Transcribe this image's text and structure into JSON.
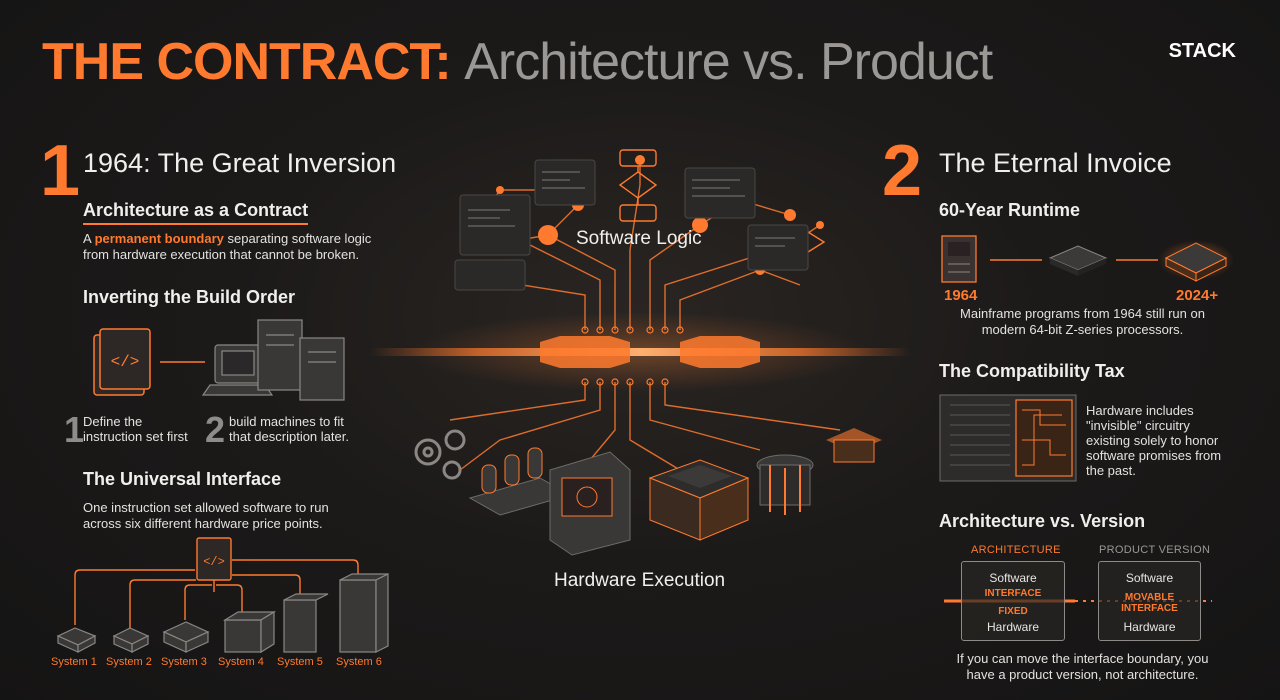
{
  "header": {
    "title_bold": "THE CONTRACT:",
    "title_rest": "Architecture vs. Product",
    "brand": "STACK"
  },
  "section1": {
    "number": "1",
    "title": "1964: The Great Inversion",
    "contract": {
      "heading": "Architecture as a Contract",
      "text_pre": "A ",
      "text_highlight": "permanent boundary",
      "text_post": " separating software logic from hardware execution that cannot be broken."
    },
    "build_order": {
      "heading": "Inverting the Build Order",
      "steps": [
        {
          "num": "1",
          "text": "Define the instruction set first"
        },
        {
          "num": "2",
          "text": "build machines to fit that description later."
        }
      ]
    },
    "universal": {
      "heading": "The Universal Interface",
      "text": "One instruction set allowed software to run across six different hardware price points.",
      "systems": [
        "System 1",
        "System 2",
        "System 3",
        "System 4",
        "System 5",
        "System 6"
      ]
    }
  },
  "center": {
    "software_label": "Software Logic",
    "hardware_label": "Hardware Execution"
  },
  "section2": {
    "number": "2",
    "title": "The Eternal Invoice",
    "runtime": {
      "heading": "60-Year Runtime",
      "year_start": "1964",
      "year_end": "2024+",
      "text": "Mainframe programs from 1964 still run on modern 64-bit Z-series processors."
    },
    "tax": {
      "heading": "The Compatibility Tax",
      "text": "Hardware includes \"invisible\" circuitry existing solely to honor software promises from the past."
    },
    "arch_vs_version": {
      "heading": "Architecture vs. Version",
      "arch_label": "ARCHITECTURE",
      "prod_label": "PRODUCT VERSION",
      "arch_top": "Software",
      "arch_interface": "INTERFACE",
      "arch_fixed": "FIXED",
      "arch_bottom": "Hardware",
      "prod_top": "Software",
      "prod_interface": "MOVABLE INTERFACE",
      "prod_bottom": "Hardware",
      "footer": "If you can move the interface boundary, you have a product version, not architecture."
    }
  },
  "colors": {
    "accent": "#ff7a2e",
    "background": "#1c1a19",
    "muted": "#9a9794"
  }
}
